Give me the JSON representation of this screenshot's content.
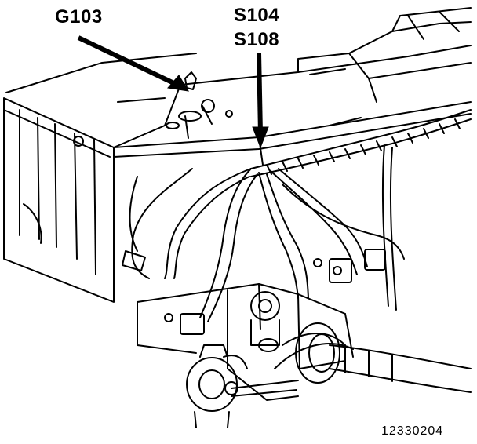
{
  "callouts": {
    "g103": "G103",
    "s104": "S104",
    "s108": "S108"
  },
  "figure_number": "12330204",
  "colors": {
    "ink": "#000000",
    "paper": "#ffffff"
  }
}
